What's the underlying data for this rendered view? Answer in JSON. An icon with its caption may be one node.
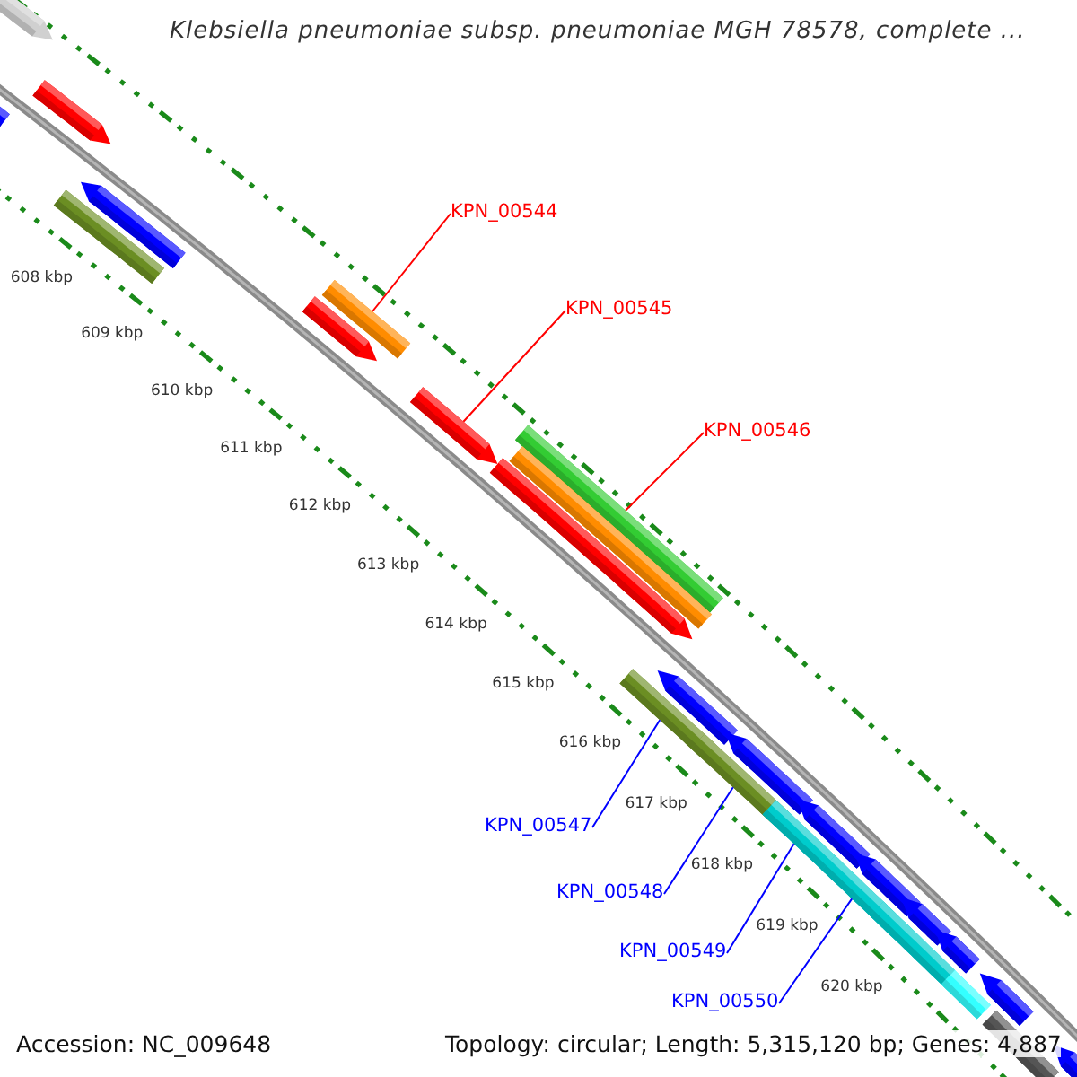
{
  "diagram": {
    "title": "Klebsiella pneumoniae subsp. pneumoniae MGH 78578, complete ...",
    "nodes": [
      {
        "text": [
          "KPN_00544"
        ]
      },
      {
        "text": [
          "KPN_00545"
        ]
      },
      {
        "text": [
          "KPN_00546"
        ]
      },
      {
        "text": [
          "KPN_00547"
        ]
      },
      {
        "text": [
          "KPN_00548"
        ]
      },
      {
        "text": [
          "KPN_00549"
        ]
      },
      {
        "text": [
          "KPN_00550"
        ]
      },
      {
        "text": [],
        "shape": "arrow"
      },
      {
        "text": [],
        "shape": "arrow"
      },
      {
        "text": [],
        "shape": "arrow"
      },
      {
        "text": [],
        "shape": "bar"
      },
      {
        "text": [],
        "shape": "arrow"
      },
      {
        "text": [],
        "shape": "arrow"
      },
      {
        "text": [],
        "shape": "bar"
      },
      {
        "text": [],
        "shape": "arrow"
      },
      {
        "text": [],
        "shape": "bar"
      },
      {
        "text": [],
        "shape": "arrow"
      },
      {
        "text": [],
        "shape": "bar"
      },
      {
        "text": [],
        "shape": "bar"
      },
      {
        "text": [],
        "shape": "arrow"
      },
      {
        "text": [],
        "shape": "bar"
      },
      {
        "text": [],
        "shape": "arrow"
      },
      {
        "text": [],
        "shape": "bar"
      },
      {
        "text": [],
        "shape": "arrow"
      },
      {
        "text": [],
        "shape": "bar"
      },
      {
        "text": [],
        "shape": "arrow"
      },
      {
        "text": [],
        "shape": "bar"
      },
      {
        "text": [],
        "shape": "arrow"
      },
      {
        "text": [],
        "shape": "arrow"
      },
      {
        "text": [],
        "shape": "bar"
      },
      {
        "text": [],
        "shape": "arrow"
      },
      {
        "text": [],
        "shape": "bar"
      },
      {
        "text": [],
        "shape": "arrow"
      }
    ],
    "edges": [
      {
        "from": 0,
        "to": 13,
        "arrow": "none",
        "color": "#ff0000"
      },
      {
        "from": 1,
        "to": 14,
        "arrow": "none",
        "color": "#ff0000"
      },
      {
        "from": 2,
        "to": 15,
        "arrow": "none",
        "color": "#ff0000"
      },
      {
        "from": 3,
        "to": 18,
        "arrow": "none"
      },
      {
        "from": 4,
        "to": 20,
        "arrow": "none"
      },
      {
        "from": 5,
        "to": 22,
        "arrow": "none"
      },
      {
        "from": 6,
        "to": 24,
        "arrow": "none"
      }
    ],
    "labels": [
      "608 kbp",
      "609 kbp",
      "610 kbp",
      "611 kbp",
      "612 kbp",
      "613 kbp",
      "614 kbp",
      "615 kbp",
      "616 kbp",
      "617 kbp",
      "618 kbp",
      "619 kbp",
      "620 kbp",
      "Accession: NC_009648",
      "Topology: circular; Length: 5,315,120 bp; Genes: 4,887"
    ]
  }
}
